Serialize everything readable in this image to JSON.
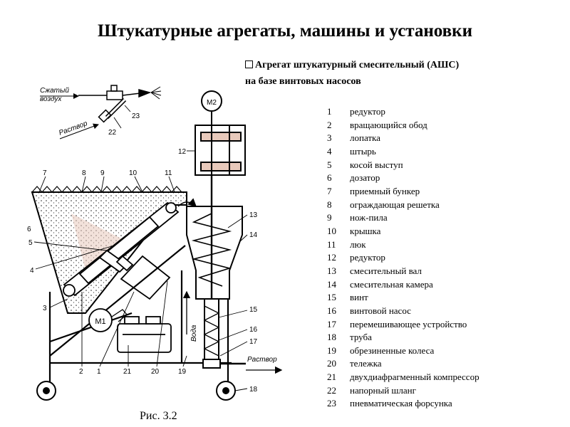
{
  "title": "Штукатурные агрегаты, машины и установки",
  "subtitle_line1": "Агрегат штукатурный смесительный (АШС)",
  "subtitle_line2": "на базе винтовых насосов",
  "legend": [
    {
      "num": "1",
      "label": "редуктор"
    },
    {
      "num": "2",
      "label": "вращающийся обод"
    },
    {
      "num": "3",
      "label": "лопатка"
    },
    {
      "num": "4",
      "label": "штырь"
    },
    {
      "num": "5",
      "label": "косой выступ"
    },
    {
      "num": "6",
      "label": "дозатор"
    },
    {
      "num": "7",
      "label": "приемный бункер"
    },
    {
      "num": "8",
      "label": "ограждающая решетка"
    },
    {
      "num": "9",
      "label": "нож-пила"
    },
    {
      "num": "10",
      "label": "крышка"
    },
    {
      "num": "11",
      "label": "люк"
    },
    {
      "num": "12",
      "label": "редуктор"
    },
    {
      "num": "13",
      "label": "смесительный вал"
    },
    {
      "num": "14",
      "label": "смесительная камера"
    },
    {
      "num": "15",
      "label": "винт"
    },
    {
      "num": "16",
      "label": "винтовой насос"
    },
    {
      "num": "17",
      "label": "перемешивающее устройство"
    },
    {
      "num": "18",
      "label": "труба"
    },
    {
      "num": "19",
      "label": "обрезиненные колеса"
    },
    {
      "num": "20",
      "label": "тележка"
    },
    {
      "num": "21",
      "label": "двухдиафрагменный компрессор"
    },
    {
      "num": "22",
      "label": "напорный шланг"
    },
    {
      "num": "23",
      "label": "пневматическая форсунка"
    }
  ],
  "caption": "Рис. 3.2",
  "diagram": {
    "air_label_1": "Сжатый",
    "air_label_2": "воздух",
    "mortar_label_top": "Раствор",
    "mortar_label_bottom": "Раствор",
    "water_label": "Вода",
    "motor_m1": "М1",
    "motor_m2": "М2",
    "callouts": [
      "1",
      "2",
      "3",
      "4",
      "5",
      "6",
      "7",
      "8",
      "9",
      "10",
      "11",
      "12",
      "13",
      "14",
      "15",
      "16",
      "17",
      "18",
      "19",
      "20",
      "21",
      "22",
      "23"
    ]
  }
}
